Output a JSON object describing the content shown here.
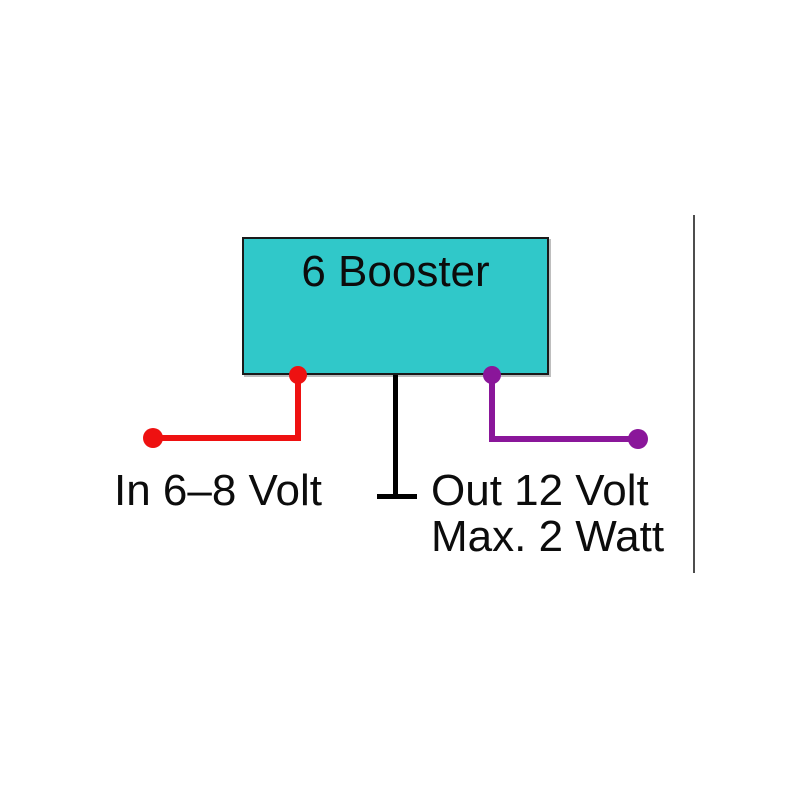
{
  "diagram": {
    "type": "circuit-wiring-diagram",
    "box": {
      "title": "6 Booster",
      "fill_color": "#30C8C9",
      "border_color": "#1a1a1a"
    },
    "input": {
      "label": "In 6–8 Volt",
      "wire_color": "#EE1111"
    },
    "output": {
      "label_line1": "Out 12 Volt",
      "label_line2": "Max. 2 Watt",
      "wire_color": "#8A169A"
    },
    "ground": {
      "color": "#000000"
    },
    "page_edge_line_color": "#4d4d4d",
    "background_color": "#ffffff",
    "text_color": "#0c0c0c"
  }
}
